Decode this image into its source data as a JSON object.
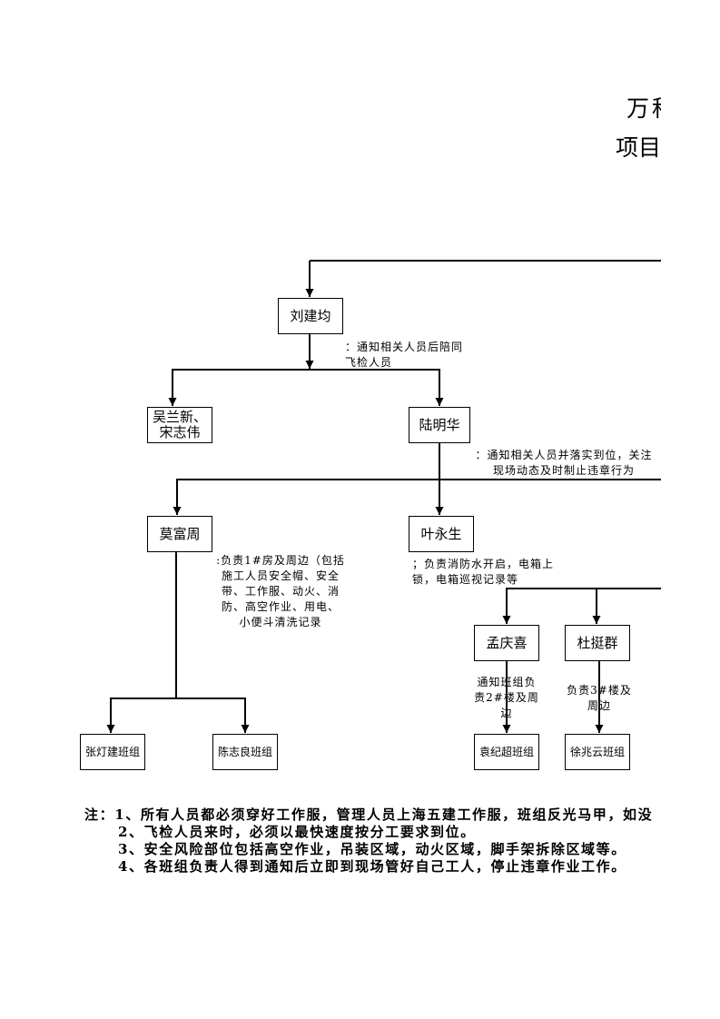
{
  "title": {
    "line1": "万科",
    "line2": "项目"
  },
  "nodes": {
    "liu": "刘建均",
    "wu_line1": "吴兰新、",
    "wu_line2": "宋志伟",
    "lu": "陆明华",
    "mo": "莫富周",
    "ye": "叶永生",
    "meng": "孟庆喜",
    "du": "杜挺群",
    "zhang_team": "张灯建班组",
    "chen_team": "陈志良班组",
    "yuan_team": "袁纪超班组",
    "xu_team": "徐兆云班组"
  },
  "annotations": {
    "liu": [
      "：通知相关人员后陪同",
      "飞检人员"
    ],
    "lu": [
      "：通知相关人员并落实到位，关注",
      "现场动态及时制止违章行为"
    ],
    "mo": [
      ":负责1#房及周边（包括",
      "施工人员安全帽、安全",
      "带、工作服、动火、消",
      "防、高空作业、用电、",
      "小便斗清洗记录"
    ],
    "ye": [
      "；负责消防水开启，电箱上",
      "锁，电箱巡视记录等"
    ],
    "meng": [
      "通知班组负",
      "责2#楼及周",
      "边"
    ],
    "du": [
      "负责3#楼及",
      "周边"
    ]
  },
  "notes": [
    "注：1、所有人员都必须穿好工作服，管理人员上海五建工作服，班组反光马甲，如没",
    "2、飞检人员来时，必须以最快速度按分工要求到位。",
    "3、安全风险部位包括高空作业，吊装区域，动火区域，脚手架拆除区域等。",
    "4、各班组负责人得到通知后立即到现场管好自己工人，停止违章作业工作。"
  ],
  "colors": {
    "line": "#000000",
    "background": "#ffffff"
  }
}
